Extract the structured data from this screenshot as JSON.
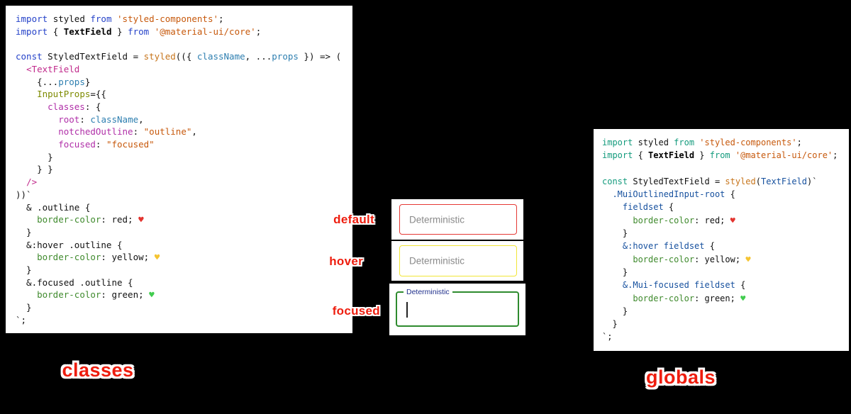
{
  "colors": {
    "page_background": "#000000",
    "code_background": "#ffffff",
    "accent_red": "#ee1d0e",
    "focused_label": "#20308c",
    "caret": "#222222"
  },
  "left_code": {
    "lines": [
      [
        [
          "kw",
          "import "
        ],
        [
          "plain",
          "styled "
        ],
        [
          "kw",
          "from "
        ],
        [
          "str",
          "'styled-components'"
        ],
        [
          "plain",
          ";"
        ]
      ],
      [
        [
          "kw",
          "import "
        ],
        [
          "plain",
          "{ "
        ],
        [
          "bold",
          "TextField"
        ],
        [
          "plain",
          " } "
        ],
        [
          "kw",
          "from "
        ],
        [
          "str",
          "'@material-ui/core'"
        ],
        [
          "plain",
          ";"
        ]
      ],
      [],
      [
        [
          "kw",
          "const "
        ],
        [
          "plain",
          "StyledTextField = "
        ],
        [
          "fn",
          "styled"
        ],
        [
          "plain",
          "(({ "
        ],
        [
          "varb",
          "className"
        ],
        [
          "plain",
          ", ..."
        ],
        [
          "varb",
          "props"
        ],
        [
          "plain",
          " }) => ("
        ]
      ],
      [
        [
          "plain",
          "  "
        ],
        [
          "tag",
          "<TextField"
        ]
      ],
      [
        [
          "plain",
          "    {..."
        ],
        [
          "varb",
          "props"
        ],
        [
          "plain",
          "}"
        ]
      ],
      [
        [
          "plain",
          "    "
        ],
        [
          "attr",
          "InputProps"
        ],
        [
          "plain",
          "={{"
        ]
      ],
      [
        [
          "plain",
          "      "
        ],
        [
          "prop",
          "classes"
        ],
        [
          "plain",
          ": {"
        ]
      ],
      [
        [
          "plain",
          "        "
        ],
        [
          "prop",
          "root"
        ],
        [
          "plain",
          ": "
        ],
        [
          "varb",
          "className"
        ],
        [
          "plain",
          ","
        ]
      ],
      [
        [
          "plain",
          "        "
        ],
        [
          "prop",
          "notchedOutline"
        ],
        [
          "plain",
          ": "
        ],
        [
          "str",
          "\"outline\""
        ],
        [
          "plain",
          ","
        ]
      ],
      [
        [
          "plain",
          "        "
        ],
        [
          "prop",
          "focused"
        ],
        [
          "plain",
          ": "
        ],
        [
          "str",
          "\"focused\""
        ]
      ],
      [
        [
          "plain",
          "      }"
        ]
      ],
      [
        [
          "plain",
          "    } }"
        ]
      ],
      [
        [
          "plain",
          "  "
        ],
        [
          "tag",
          "/>"
        ]
      ],
      [
        [
          "plain",
          "))`"
        ]
      ],
      [
        [
          "plain",
          "  & .outline {"
        ]
      ],
      [
        [
          "plain",
          "    "
        ],
        [
          "cssprop",
          "border-color"
        ],
        [
          "plain",
          ": red; "
        ],
        [
          "heart-r",
          "♥"
        ]
      ],
      [
        [
          "plain",
          "  }"
        ]
      ],
      [
        [
          "plain",
          "  &:hover .outline {"
        ]
      ],
      [
        [
          "plain",
          "    "
        ],
        [
          "cssprop",
          "border-color"
        ],
        [
          "plain",
          ": yellow; "
        ],
        [
          "heart-y",
          "♥"
        ]
      ],
      [
        [
          "plain",
          "  }"
        ]
      ],
      [
        [
          "plain",
          "  &.focused .outline {"
        ]
      ],
      [
        [
          "plain",
          "    "
        ],
        [
          "cssprop",
          "border-color"
        ],
        [
          "plain",
          ": green; "
        ],
        [
          "heart-g",
          "♥"
        ]
      ],
      [
        [
          "plain",
          "  }"
        ]
      ],
      [
        [
          "plain",
          "`;"
        ]
      ]
    ]
  },
  "right_code": {
    "lines": [
      [
        [
          "kwg",
          "import "
        ],
        [
          "plain",
          "styled "
        ],
        [
          "kwg",
          "from "
        ],
        [
          "str",
          "'styled-components'"
        ],
        [
          "plain",
          ";"
        ]
      ],
      [
        [
          "kwg",
          "import "
        ],
        [
          "plain",
          "{ "
        ],
        [
          "bold",
          "TextField"
        ],
        [
          "plain",
          " } "
        ],
        [
          "kwg",
          "from "
        ],
        [
          "str",
          "'@material-ui/core'"
        ],
        [
          "plain",
          ";"
        ]
      ],
      [],
      [
        [
          "kwg",
          "const "
        ],
        [
          "plain",
          "StyledTextField = "
        ],
        [
          "fn",
          "styled"
        ],
        [
          "plain",
          "("
        ],
        [
          "sel",
          "TextField"
        ],
        [
          "plain",
          ")`"
        ]
      ],
      [
        [
          "plain",
          "  "
        ],
        [
          "sel",
          ".MuiOutlinedInput-root"
        ],
        [
          "plain",
          " {"
        ]
      ],
      [
        [
          "plain",
          "    "
        ],
        [
          "sel",
          "fieldset"
        ],
        [
          "plain",
          " {"
        ]
      ],
      [
        [
          "plain",
          "      "
        ],
        [
          "cssprop",
          "border-color"
        ],
        [
          "plain",
          ": red; "
        ],
        [
          "heart-r",
          "♥"
        ]
      ],
      [
        [
          "plain",
          "    }"
        ]
      ],
      [
        [
          "plain",
          "    "
        ],
        [
          "sel",
          "&:hover fieldset"
        ],
        [
          "plain",
          " {"
        ]
      ],
      [
        [
          "plain",
          "      "
        ],
        [
          "cssprop",
          "border-color"
        ],
        [
          "plain",
          ": yellow; "
        ],
        [
          "heart-y",
          "♥"
        ]
      ],
      [
        [
          "plain",
          "    }"
        ]
      ],
      [
        [
          "plain",
          "    "
        ],
        [
          "sel",
          "&.Mui-focused fieldset"
        ],
        [
          "plain",
          " {"
        ]
      ],
      [
        [
          "plain",
          "      "
        ],
        [
          "cssprop",
          "border-color"
        ],
        [
          "plain",
          ": green; "
        ],
        [
          "heart-g",
          "♥"
        ]
      ],
      [
        [
          "plain",
          "    }"
        ]
      ],
      [
        [
          "plain",
          "  }"
        ]
      ],
      [
        [
          "plain",
          "`;"
        ]
      ]
    ]
  },
  "preview": {
    "states": [
      {
        "label": "default",
        "field_text": "Deterministic",
        "border_color": "#e53935"
      },
      {
        "label": "hover",
        "field_text": "Deterministic",
        "border_color": "#f2e637"
      },
      {
        "label": "focused",
        "field_text": "Deterministic",
        "border_color": "#2e8b2e"
      }
    ]
  },
  "captions": {
    "left": "classes",
    "right": "globals"
  }
}
